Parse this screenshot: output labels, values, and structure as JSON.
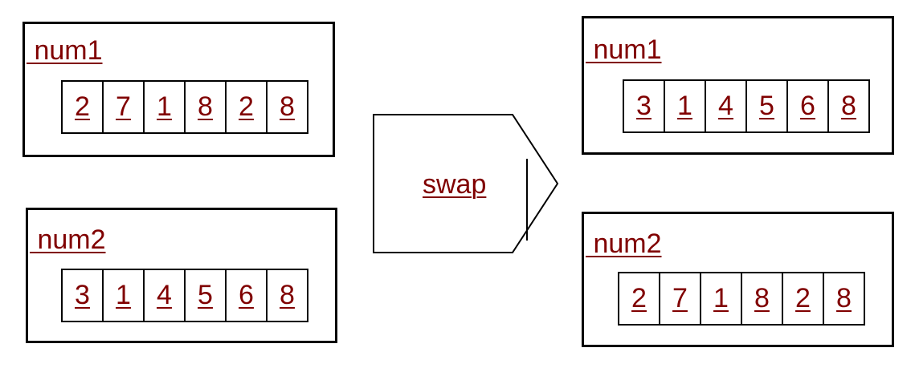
{
  "before": {
    "num1": {
      "label": " num1",
      "digits": [
        "2",
        "7",
        "1",
        "8",
        "2",
        "8"
      ]
    },
    "num2": {
      "label": " num2",
      "digits": [
        "3",
        "1",
        "4",
        "5",
        "6",
        "8"
      ]
    }
  },
  "operation": {
    "label": "swap"
  },
  "after": {
    "num1": {
      "label": " num1",
      "digits": [
        "3",
        "1",
        "4",
        "5",
        "6",
        "8"
      ]
    },
    "num2": {
      "label": " num2",
      "digits": [
        "2",
        "7",
        "1",
        "8",
        "2",
        "8"
      ]
    }
  },
  "colors": {
    "text": "#800000",
    "line": "#000000"
  }
}
